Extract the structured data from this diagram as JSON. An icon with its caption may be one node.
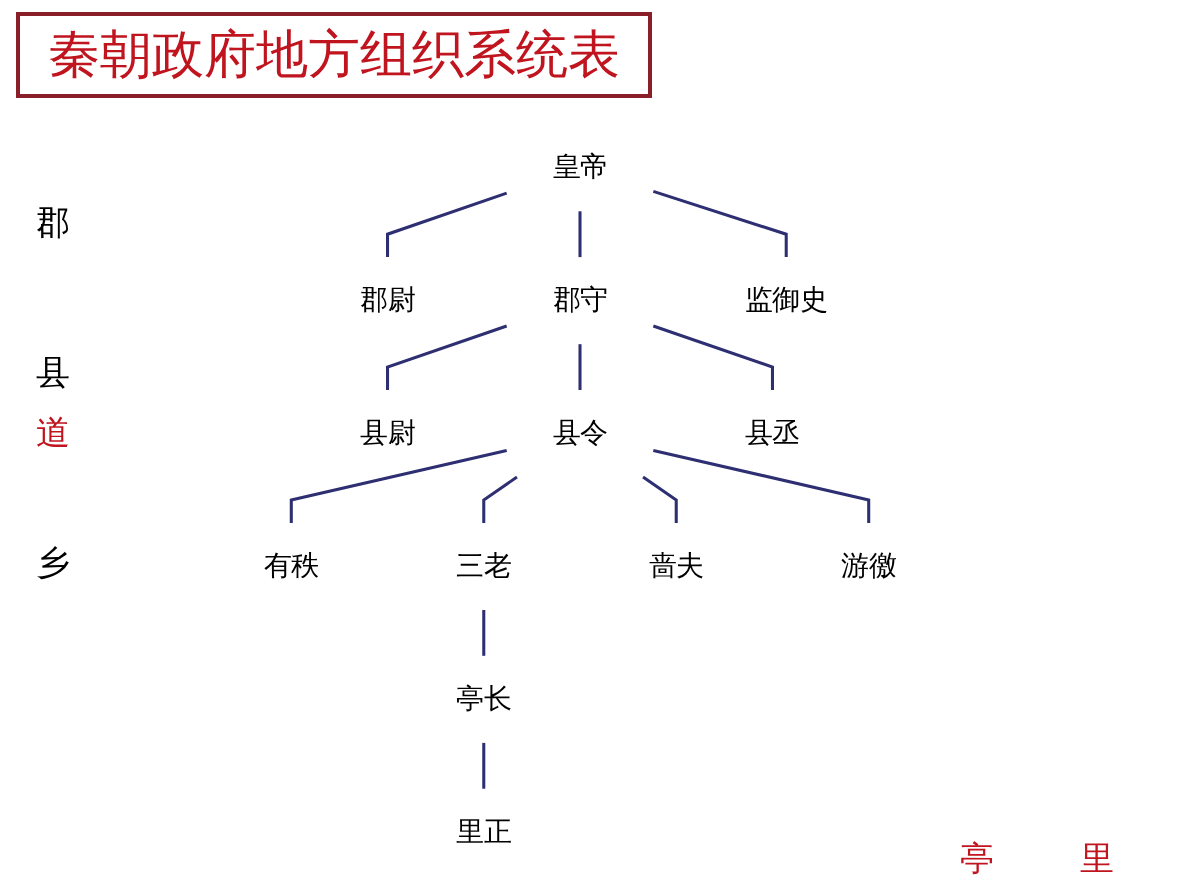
{
  "diagram": {
    "title": "秦朝政府地方组织系统表",
    "nodes": [
      {
        "text": [
          "皇帝"
        ]
      },
      {
        "text": [
          "郡尉"
        ]
      },
      {
        "text": [
          "郡守"
        ]
      },
      {
        "text": [
          "监御史"
        ]
      },
      {
        "text": [
          "县尉"
        ]
      },
      {
        "text": [
          "县令"
        ]
      },
      {
        "text": [
          "县丞"
        ]
      },
      {
        "text": [
          "有秩"
        ]
      },
      {
        "text": [
          "三老"
        ]
      },
      {
        "text": [
          "啬夫"
        ]
      },
      {
        "text": [
          "游徼"
        ]
      },
      {
        "text": [
          "亭长"
        ]
      },
      {
        "text": [
          "里正"
        ]
      }
    ],
    "edges": [
      {
        "from": 0,
        "to": 1,
        "arrow": "none"
      },
      {
        "from": 0,
        "to": 2,
        "arrow": "none"
      },
      {
        "from": 0,
        "to": 3,
        "arrow": "none"
      },
      {
        "from": 2,
        "to": 4,
        "arrow": "none"
      },
      {
        "from": 2,
        "to": 5,
        "arrow": "none"
      },
      {
        "from": 2,
        "to": 6,
        "arrow": "none"
      },
      {
        "from": 5,
        "to": 7,
        "arrow": "none"
      },
      {
        "from": 5,
        "to": 8,
        "arrow": "none"
      },
      {
        "from": 5,
        "to": 9,
        "arrow": "none"
      },
      {
        "from": 5,
        "to": 10,
        "arrow": "none"
      },
      {
        "from": 8,
        "to": 11,
        "arrow": "none"
      },
      {
        "from": 11,
        "to": 12,
        "arrow": "none"
      }
    ],
    "labels": [
      "郡",
      "县",
      "道",
      "乡",
      "亭",
      "里"
    ]
  }
}
